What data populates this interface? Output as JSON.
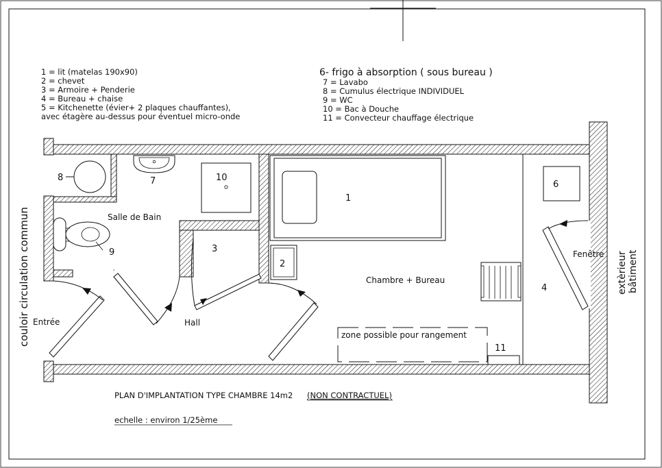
{
  "legend_left": [
    "1 = lit (matelas 190x90)",
    "2 = chevet",
    "3 = Armoire + Penderie",
    "4 = Bureau + chaise",
    "5 = Kitchenette (évier+ 2 plaques chauffantes),",
    "avec étagère au-dessus pour éventuel micro-onde"
  ],
  "legend_right": [
    "6- frigo à absorption ( sous bureau )",
    "7 = Lavabo",
    "8 = Cumulus électrique INDIVIDUEL",
    "9 = WC",
    "10 = Bac à Douche",
    "11 = Convecteur chauffage électrique"
  ],
  "rooms": {
    "salle_de_bain": "Salle de Bain",
    "chambre": "Chambre + Bureau",
    "hall": "Hall",
    "entree": "Entrée",
    "fenetre": "Fenêtre",
    "zone": "zone possible pour rangement"
  },
  "side_labels": {
    "couloir": "couloir circulation commun",
    "exterieur_1": "extèrieur",
    "exterieur_2": "bâtiment"
  },
  "markers": {
    "m1": "1",
    "m2": "2",
    "m3": "3",
    "m4": "4",
    "m6": "6",
    "m7": "7",
    "m8": "8",
    "m9": "9",
    "m10": "10",
    "m11": "11"
  },
  "footer": {
    "title": "PLAN D'IMPLANTATION TYPE CHAMBRE 14m2",
    "note": "(NON CONTRACTUEL)",
    "scale": "echelle : environ 1/25ème"
  }
}
